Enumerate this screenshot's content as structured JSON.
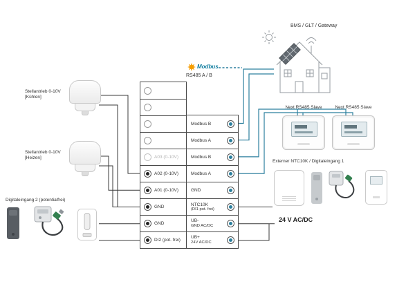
{
  "diagram": {
    "bms_label": "BMS / GLT / Gateway",
    "modbus_label": "Modbus",
    "rs485_label": "RS485 A / B"
  },
  "left_panel": {
    "actuator_cool_line1": "Stellantrieb 0-10V",
    "actuator_cool_line2": "[Kühlen]",
    "actuator_heat_line1": "Stellantrieb 0-10V",
    "actuator_heat_line2": "[Heizen]",
    "digital_input_label": "Digitaleingang 2 (potentialfrei)"
  },
  "terminal_block": {
    "left": [
      {
        "label": "",
        "state": "empty"
      },
      {
        "label": "",
        "state": "empty"
      },
      {
        "label": "",
        "state": "empty"
      },
      {
        "label": "",
        "state": "empty"
      },
      {
        "label": "A03 (0-10V)",
        "state": "disabled"
      },
      {
        "label": "A02 (0-10V)",
        "state": "connected"
      },
      {
        "label": "A01 (0-10V)",
        "state": "connected"
      },
      {
        "label": "GND",
        "state": "connected"
      },
      {
        "label": "GND",
        "state": "connected"
      },
      {
        "label": "DI2 (pot. frei)",
        "state": "connected"
      }
    ],
    "right": [
      {
        "label": "Modbus B",
        "sublabel": ""
      },
      {
        "label": "Modbus A",
        "sublabel": ""
      },
      {
        "label": "Modbus B",
        "sublabel": ""
      },
      {
        "label": "Modbus A",
        "sublabel": ""
      },
      {
        "label": "GND",
        "sublabel": ""
      },
      {
        "label": "NTC10K",
        "sublabel": "(DI1 pot. frei)"
      },
      {
        "label": "UB-",
        "sublabel": "GND AC/DC"
      },
      {
        "label": "UB+",
        "sublabel": "24V AC/DC"
      }
    ]
  },
  "right_panel": {
    "slave1_label": "Next RS485 Slave",
    "slave2_label": "Next RS485 Slave",
    "ntc_label": "Externer NTC10K / Digitaleingang 1",
    "power_label": "24 V AC/DC"
  },
  "colors": {
    "wire": "#3a3a3a",
    "modbus_wire": "#2b7f9e",
    "modbus_orange": "#f59c00",
    "modbus_text": "#0e7c9e"
  },
  "icons": {
    "sun-icon": "☀",
    "modbus-star-icon": "✳"
  }
}
